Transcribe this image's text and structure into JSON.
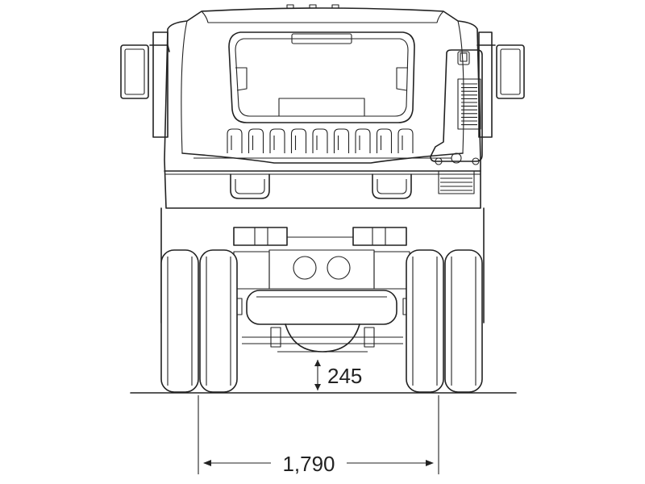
{
  "figure": {
    "subject": "truck-front-view",
    "dimensions": {
      "ground_clearance": "245",
      "track_width": "1,790"
    },
    "colors": {
      "line": "#222222",
      "background": "#ffffff"
    }
  }
}
